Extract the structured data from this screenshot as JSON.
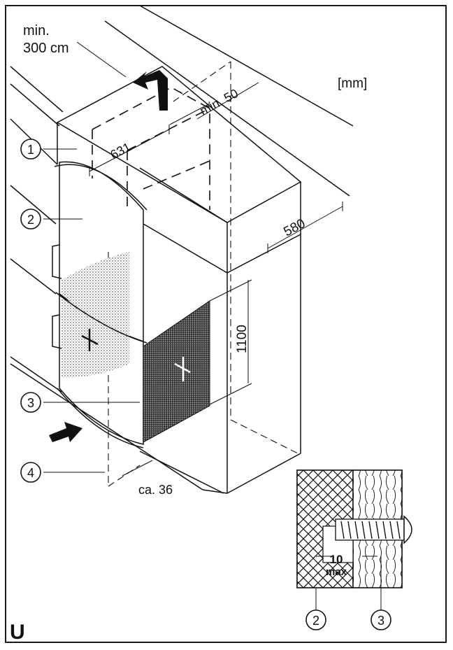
{
  "labels": {
    "min_distance_top": "min.\n300 cm",
    "min_distance_top_line1": "min.",
    "min_distance_top_line2": "300 cm",
    "unit": "[mm]",
    "gap_top": "min. 50",
    "depth_inner": "631",
    "depth_outer": "580",
    "height": "1100",
    "gap_bottom": "ca. 36",
    "max_screw": "10",
    "max_word": "max",
    "section_letter": "U"
  },
  "callouts": [
    "1",
    "2",
    "3",
    "4"
  ],
  "detail_callouts": [
    "2",
    "3"
  ],
  "icons": [
    "ventilation-arrow-up-icon",
    "ventilation-arrow-in-icon",
    "screw-icon",
    "center-cross-icon"
  ]
}
